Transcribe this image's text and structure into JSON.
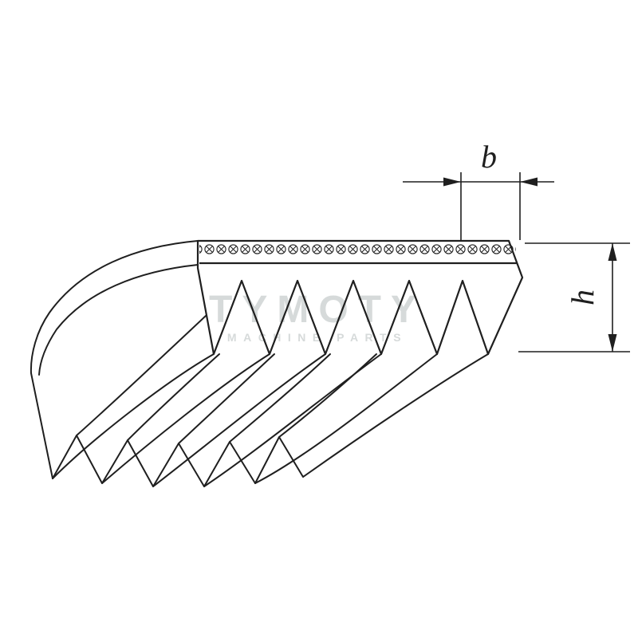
{
  "diagram": {
    "labels": {
      "width_dimension": "b",
      "height_dimension": "h"
    },
    "watermark": {
      "title": "TYMOTY",
      "subtitle": "MACHINE PARTS"
    },
    "colors": {
      "line": "#1f1f1f",
      "watermark": "#d6dada",
      "background": "#ffffff"
    }
  }
}
